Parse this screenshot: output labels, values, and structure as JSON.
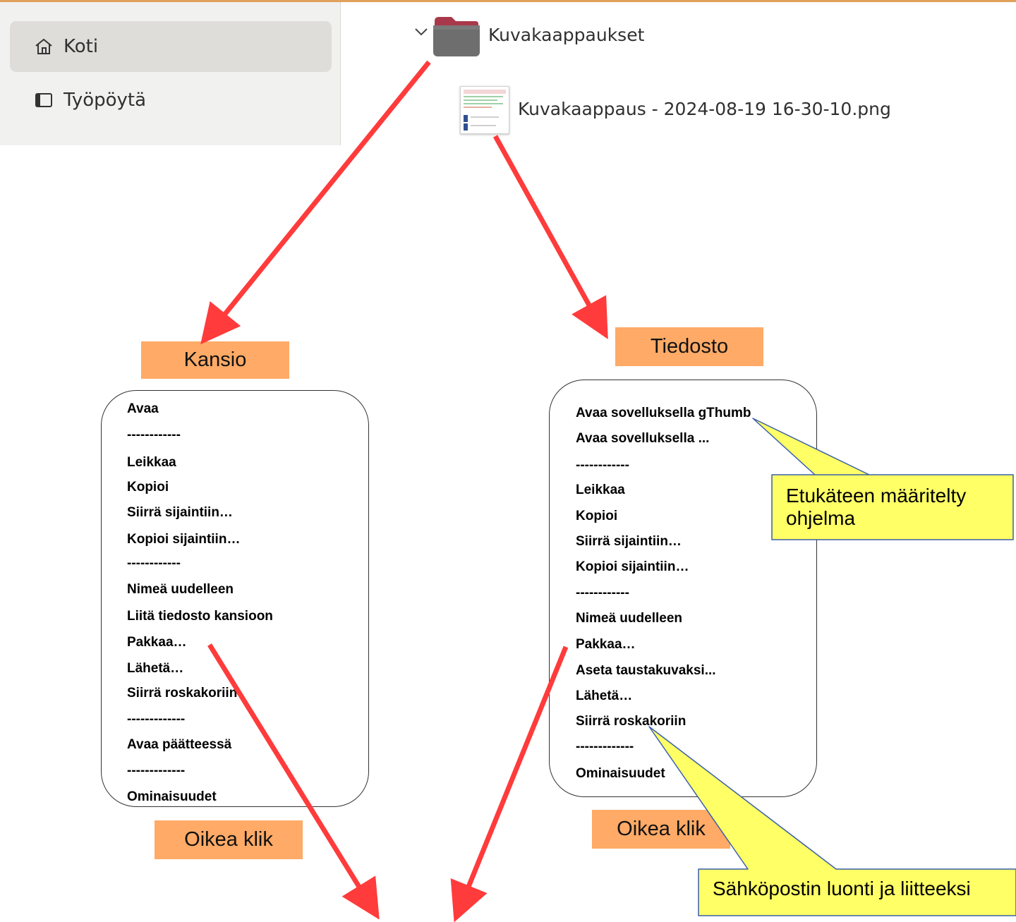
{
  "colors": {
    "sidebar_bg": "#f1f1f0",
    "sidebar_selected": "#deddda",
    "tag_bg": "#ffaa66",
    "arrow": "#ff3b3b",
    "callout_fill": "#ffff66",
    "callout_border": "#3a5fa8"
  },
  "sidebar": {
    "items": [
      {
        "label": "Koti",
        "icon": "home-icon",
        "selected": true
      },
      {
        "label": "Työpöytä",
        "icon": "desktop-icon",
        "selected": false
      }
    ]
  },
  "tree": {
    "folder": {
      "label": "Kuvakaappaukset",
      "icon": "folder-icon",
      "expander": "chevron-down-icon"
    },
    "file": {
      "label": "Kuvakaappaus - 2024-08-19 16-30-10.png",
      "icon": "image-thumbnail-icon"
    }
  },
  "tags": {
    "folder": "Kansio",
    "file": "Tiedosto",
    "right_click_left": "Oikea klik",
    "right_click_right": "Oikea klik"
  },
  "folder_menu": {
    "items": [
      "Avaa",
      "------------",
      "Leikkaa",
      "Kopioi",
      "Siirrä sijaintiin…",
      "Kopioi sijaintiin…",
      "------------",
      "Nimeä uudelleen",
      "Liitä tiedosto kansioon",
      "Pakkaa…",
      "Lähetä…",
      "Siirrä roskakoriin",
      "-------------",
      "Avaa päätteessä",
      "-------------",
      "Ominaisuudet"
    ]
  },
  "file_menu": {
    "items": [
      "Avaa sovelluksella gThumb",
      "Avaa sovelluksella ...",
      "------------",
      "Leikkaa",
      "Kopioi",
      "Siirrä sijaintiin…",
      "Kopioi sijaintiin…",
      "------------",
      "Nimeä uudelleen",
      "Pakkaa…",
      "Aseta taustakuvaksi...",
      "Lähetä…",
      "Siirrä roskakoriin",
      "-------------",
      "Ominaisuudet"
    ]
  },
  "callouts": {
    "default_app": {
      "line1": "Etukäteen määritelty",
      "line2": "ohjelma"
    },
    "email": "Sähköpostin luonti ja liitteeksi"
  }
}
